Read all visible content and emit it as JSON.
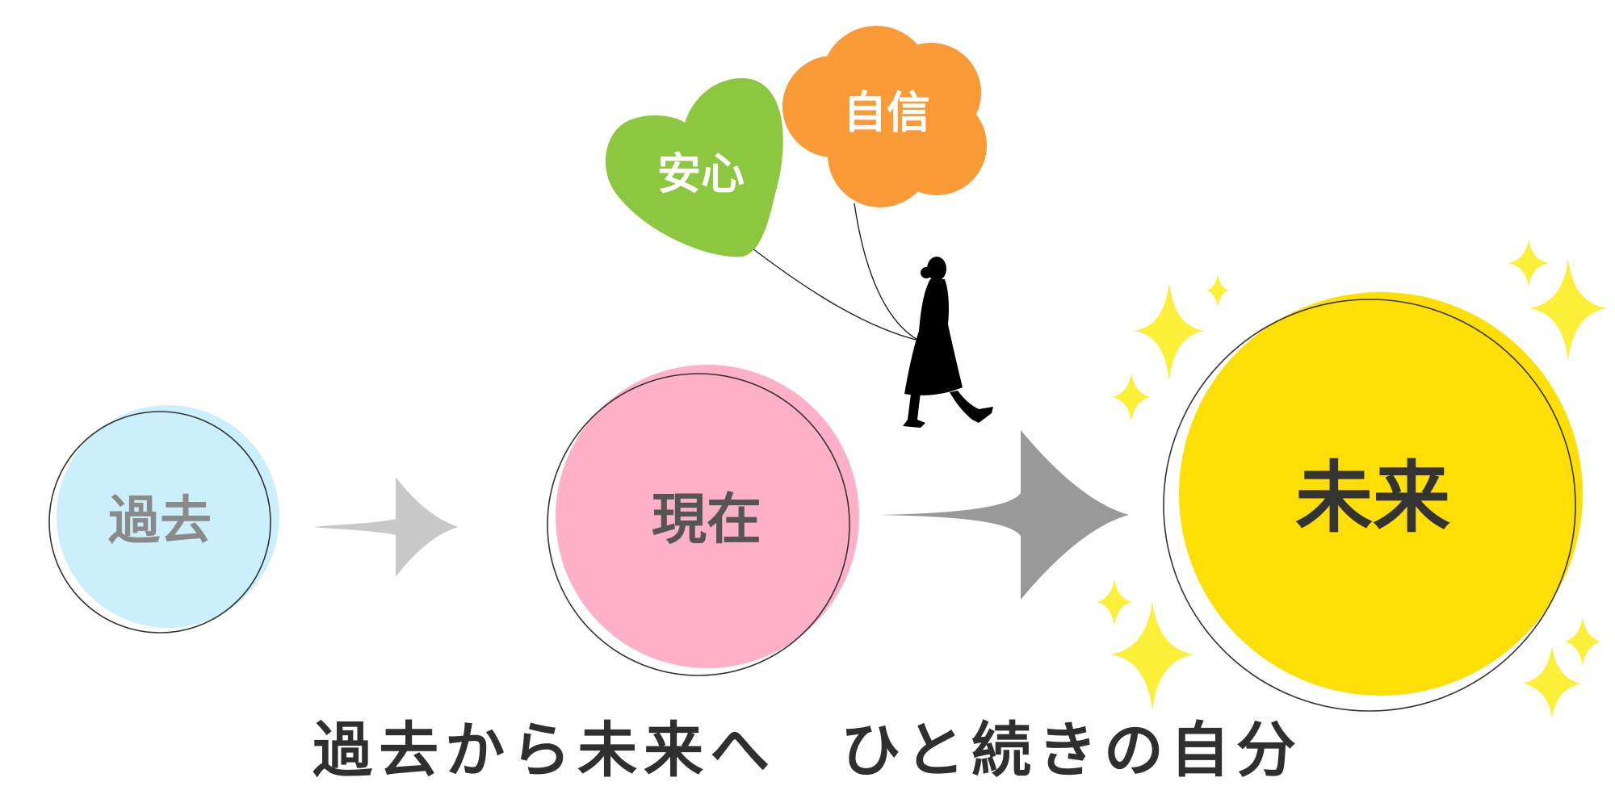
{
  "nodes": {
    "past": {
      "label": "過去",
      "fill": "#ccf0fb",
      "text_color": "#8a8a8a"
    },
    "present": {
      "label": "現在",
      "fill": "#feb0c7",
      "text_color": "#555555"
    },
    "future": {
      "label": "未来",
      "fill": "#fddf05",
      "text_color": "#333333"
    }
  },
  "balloons": {
    "green": {
      "label": "安心",
      "fill": "#8dc63f",
      "text_color": "#ffffff"
    },
    "orange": {
      "label": "自信",
      "fill": "#fa9a37",
      "text_color": "#ffffff"
    }
  },
  "arrows": {
    "small": {
      "fill": "#c8c8c8"
    },
    "large": {
      "fill": "#999999"
    }
  },
  "sparkle_color": "#fbef37",
  "caption": {
    "part1": "過去から未来へ",
    "part2": "ひと続きの自分"
  }
}
